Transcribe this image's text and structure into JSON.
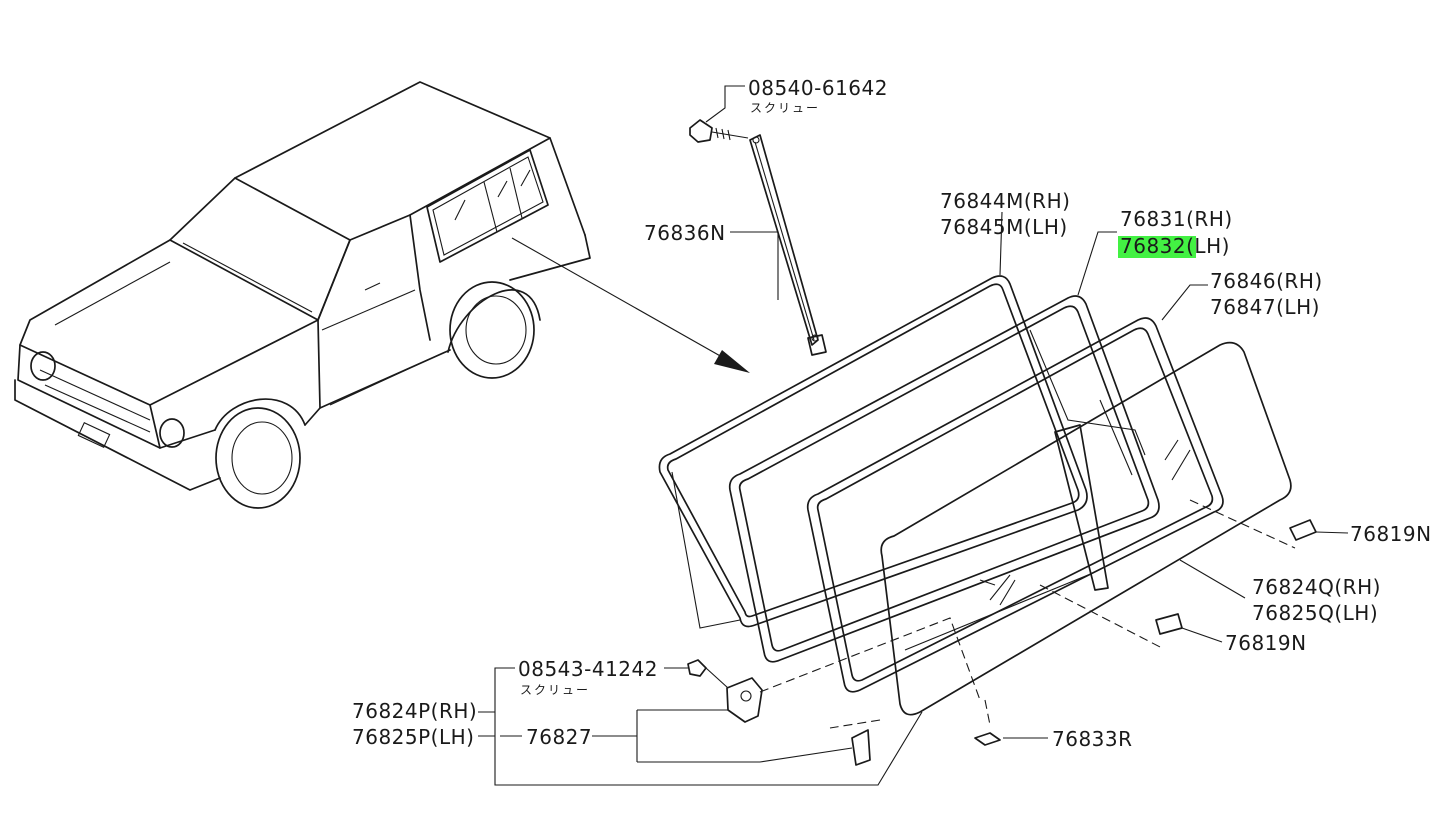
{
  "labels": {
    "screw_top_part": "08540-61642",
    "screw_top_name": "スクリュー",
    "stay": "76836N",
    "seal_outer_rh": "76844M(RH)",
    "seal_outer_lh": "76845M(LH)",
    "frame_rh": "76831(RH)",
    "frame_lh_highlight": "76832(L",
    "frame_lh_rest": "H)",
    "seal_inner_rh": "76846(RH)",
    "seal_inner_lh": "76847(LH)",
    "stopper_upper": "76819N",
    "glass_rh": "76824Q(RH)",
    "glass_lh": "76825Q(LH)",
    "stopper_lower": "76819N",
    "screw_bottom_part": "08543-41242",
    "screw_bottom_name": "スクリュー",
    "latch_rh": "76824P(RH)",
    "latch_lh": "76825P(LH)",
    "latch_part": "76827",
    "pad": "76833R"
  },
  "highlight_color": "#22ee22"
}
